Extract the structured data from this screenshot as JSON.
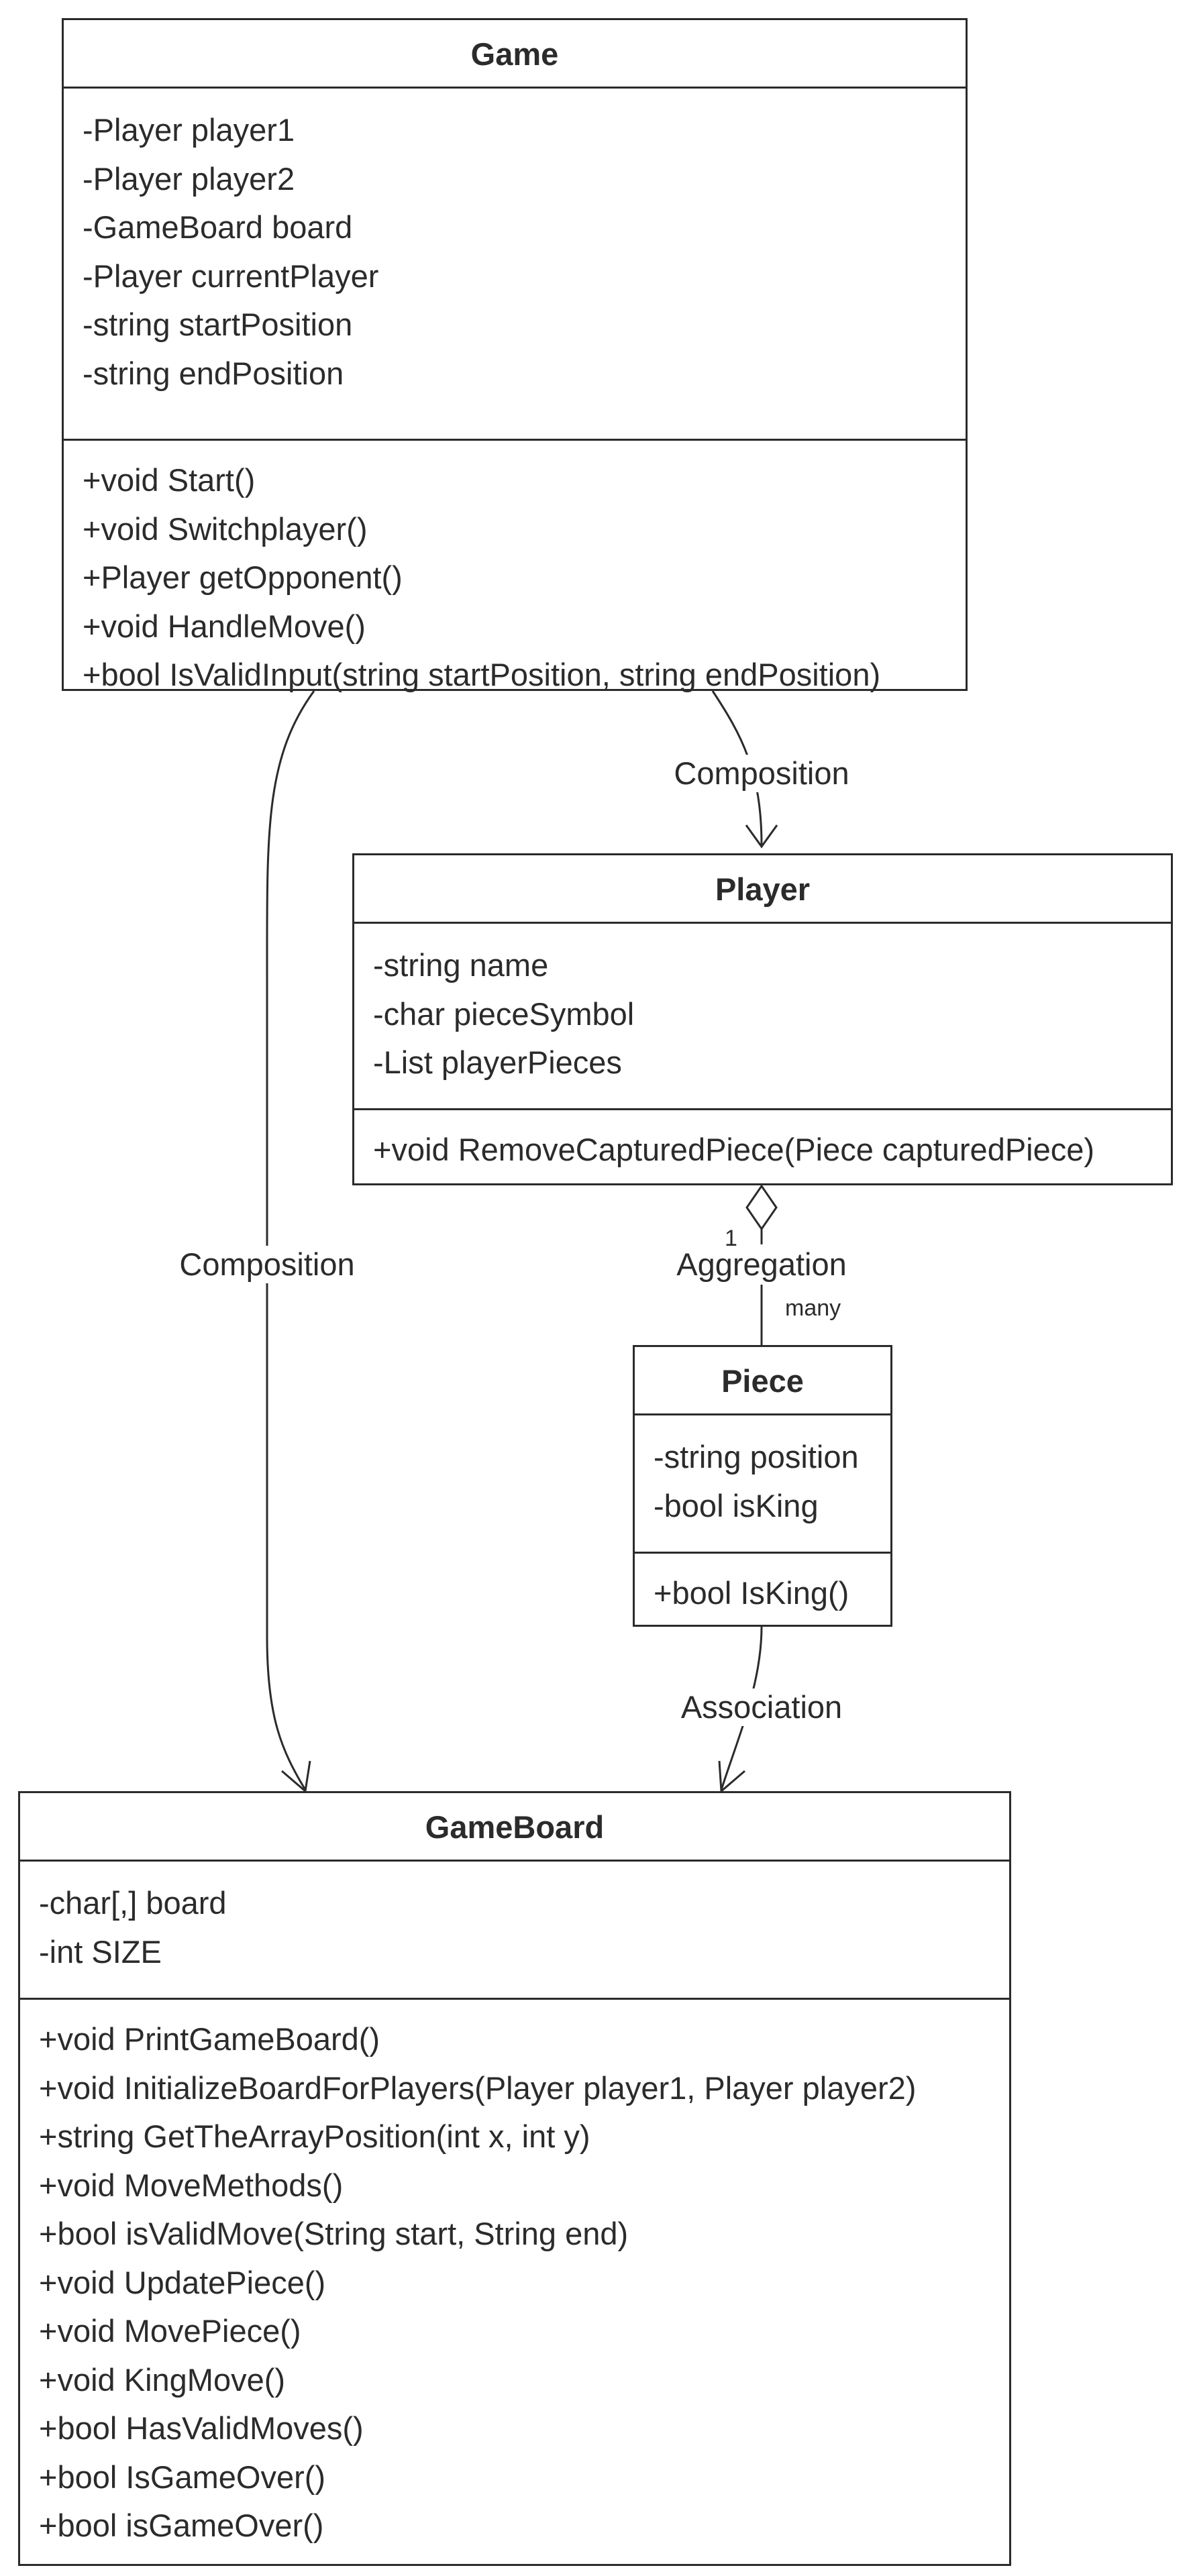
{
  "classes": {
    "game": {
      "name": "Game",
      "attributes": [
        "-Player player1",
        "-Player player2",
        "-GameBoard board",
        "-Player currentPlayer",
        "-string startPosition",
        "-string endPosition"
      ],
      "methods": [
        "+void Start()",
        "+void Switchplayer()",
        "+Player getOpponent()",
        "+void HandleMove()",
        "+bool IsValidInput(string startPosition, string endPosition)"
      ]
    },
    "player": {
      "name": "Player",
      "attributes": [
        "-string name",
        "-char pieceSymbol",
        "-List playerPieces"
      ],
      "methods": [
        "+void RemoveCapturedPiece(Piece capturedPiece)"
      ]
    },
    "piece": {
      "name": "Piece",
      "attributes": [
        "-string position",
        "-bool isKing"
      ],
      "methods": [
        "+bool IsKing()"
      ]
    },
    "gameboard": {
      "name": "GameBoard",
      "attributes": [
        "-char[,] board",
        "-int SIZE"
      ],
      "methods": [
        "+void PrintGameBoard()",
        "+void InitializeBoardForPlayers(Player player1, Player player2)",
        "+string GetTheArrayPosition(int x, int y)",
        "+void MoveMethods()",
        "+bool isValidMove(String start, String end)",
        "+void UpdatePiece()",
        "+void MovePiece()",
        "+void KingMove()",
        "+bool HasValidMoves()",
        "+bool IsGameOver()",
        "+bool isGameOver()"
      ]
    }
  },
  "relations": {
    "game_player": "Composition",
    "game_gameboard": "Composition",
    "player_piece": {
      "label": "Aggregation",
      "mult_player": "1",
      "mult_piece": "many"
    },
    "piece_gameboard": "Association"
  },
  "colors": {
    "line": "#2b2b2b",
    "background": "#ffffff"
  }
}
